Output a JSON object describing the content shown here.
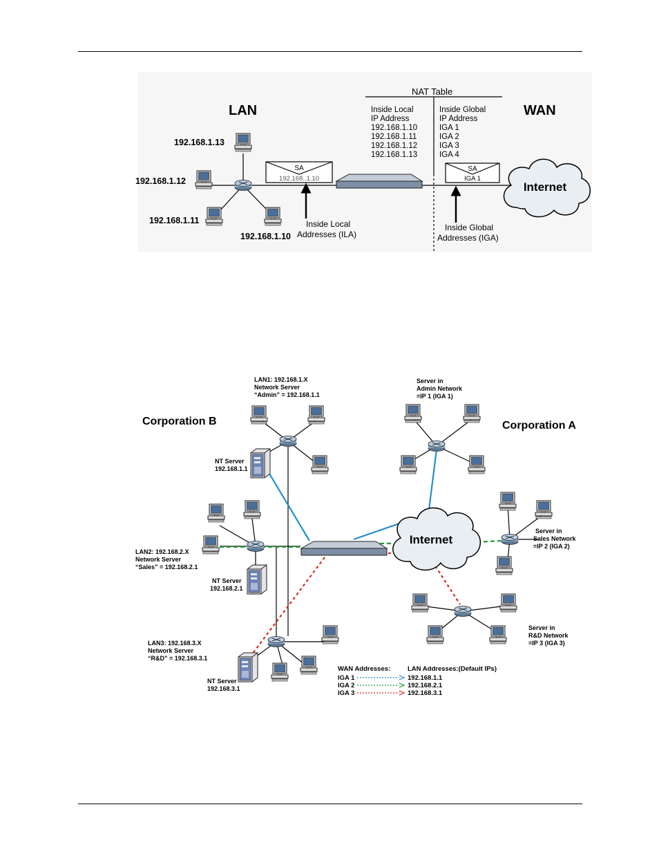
{
  "fig1": {
    "lan_heading": "LAN",
    "wan_heading": "WAN",
    "nat_table": {
      "title": "NAT Table",
      "local_header": [
        "Inside Local",
        "IP Address"
      ],
      "global_header": [
        "Inside Global",
        "IP Address"
      ],
      "rows": [
        {
          "local": "192.168.1.10",
          "global": "IGA 1"
        },
        {
          "local": "192.168.1.11",
          "global": "IGA 2"
        },
        {
          "local": "192.168.1.12",
          "global": "IGA 3"
        },
        {
          "local": "192.168.1.13",
          "global": "IGA 4"
        }
      ]
    },
    "hosts": [
      "192.168.1.13",
      "192.168.1.12",
      "192.168.1.11",
      "192.168.1.10"
    ],
    "packet_local": {
      "label": "SA",
      "address": "192.168..1.10"
    },
    "packet_global": {
      "label": "SA",
      "address": "IGA 1"
    },
    "internet_label": "Internet",
    "ila_caption": [
      "Inside Local",
      "Addresses (ILA)"
    ],
    "iga_caption": [
      "Inside Global",
      "Addresses (IGA)"
    ]
  },
  "fig2": {
    "corp_b": "Corporation B",
    "corp_a": "Corporation A",
    "internet_label": "Internet",
    "lan1_caption": [
      "LAN1: 192.168.1.X",
      "Network Server",
      "“Admin” = 192.168.1.1"
    ],
    "lan2_caption": [
      "LAN2: 192.168.2.X",
      "Network Server",
      "“Sales” = 192.168.2.1"
    ],
    "lan3_caption": [
      "LAN3: 192.168.3.X",
      "Network Server",
      "“R&D” = 192.168.3.1"
    ],
    "nt_server_1": [
      "NT Server",
      "192.168.1.1"
    ],
    "nt_server_2": [
      "NT Server",
      "192.168.2.1"
    ],
    "nt_server_3": [
      "NT Server",
      "192.168.3.1"
    ],
    "admin_caption": [
      "Server in",
      "Admin Network",
      "=IP 1 (IGA 1)"
    ],
    "sales_caption": [
      "Server in",
      "Sales Network",
      "=IP 2 (IGA 2)"
    ],
    "rd_caption": [
      "Server in",
      "R&D Network",
      "=IP 3 (IGA 3)"
    ],
    "legend": {
      "wan_header": "WAN Addresses:",
      "lan_header": "LAN Addresses:(Default IPs)",
      "rows": [
        {
          "wan": "IGA 1",
          "lan": "192.168.1.1",
          "color": "#1f8fd0"
        },
        {
          "wan": "IGA 2",
          "lan": "192.168.2.1",
          "color": "#1f9a3a"
        },
        {
          "wan": "IGA 3",
          "lan": "192.168.3.1",
          "color": "#d42a1e"
        }
      ]
    }
  },
  "colors": {
    "blue_link": "#1f8fd0",
    "green_link": "#1f9a3a",
    "red_link": "#d42a1e"
  }
}
